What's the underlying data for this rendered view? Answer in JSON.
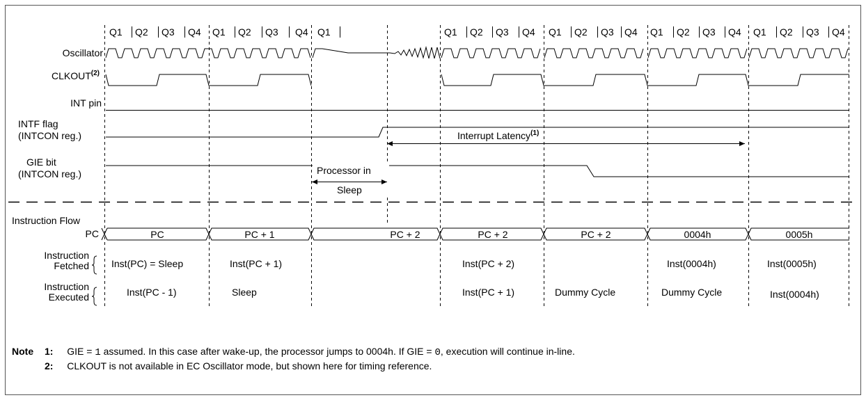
{
  "quarter_labels": {
    "group1": [
      "Q1",
      "Q2",
      "Q3",
      "Q4"
    ],
    "group2": [
      "Q1",
      "Q2",
      "Q3",
      "Q4"
    ],
    "group3": [
      "Q1"
    ],
    "group4": [
      "Q1",
      "Q2",
      "Q3",
      "Q4"
    ],
    "group5": [
      "Q1",
      "Q2",
      "Q3",
      "Q4"
    ],
    "group6": [
      "Q1",
      "Q2",
      "Q3",
      "Q4"
    ],
    "group7": [
      "Q1",
      "Q2",
      "Q3",
      "Q4"
    ]
  },
  "signals": {
    "oscillator": "Oscillator",
    "clkout": "CLKOUT",
    "clkout_sup": "(2)",
    "int_pin": "INT pin",
    "intf_flag_1": "INTF flag",
    "intf_flag_2": "(INTCON reg.)",
    "gie_bit_1": "GIE bit",
    "gie_bit_2": "(INTCON reg.)",
    "instruction_flow": "Instruction Flow",
    "pc": "PC",
    "fetched_1": "Instruction",
    "fetched_2": "Fetched",
    "executed_1": "Instruction",
    "executed_2": "Executed"
  },
  "annotations": {
    "interrupt_latency": "Interrupt Latency",
    "interrupt_latency_sup": "(1)",
    "processor_in": "Processor in",
    "sleep": "Sleep"
  },
  "pc_values": [
    "PC",
    "PC + 1",
    "PC + 2",
    "PC + 2",
    "PC + 2",
    "0004h",
    "0005h"
  ],
  "fetched": [
    "Inst(PC) = Sleep",
    "Inst(PC + 1)",
    "",
    "Inst(PC + 2)",
    "",
    "Inst(0004h)",
    "Inst(0005h)"
  ],
  "executed": [
    "Inst(PC - 1)",
    "Sleep",
    "",
    "Inst(PC + 1)",
    "Dummy Cycle",
    "Dummy Cycle",
    "Inst(0004h)"
  ],
  "notes": {
    "heading": "Note",
    "n1_num": "1:",
    "n1_a": "GIE = ",
    "n1_code1": "1",
    "n1_b": " assumed. In this case after wake-up, the processor jumps to 0004h. If GIE = ",
    "n1_code2": "0",
    "n1_c": ", execution will continue in-line.",
    "n2_num": "2:",
    "n2_text": "CLKOUT is not available in EC Oscillator mode, but shown here for timing reference."
  }
}
